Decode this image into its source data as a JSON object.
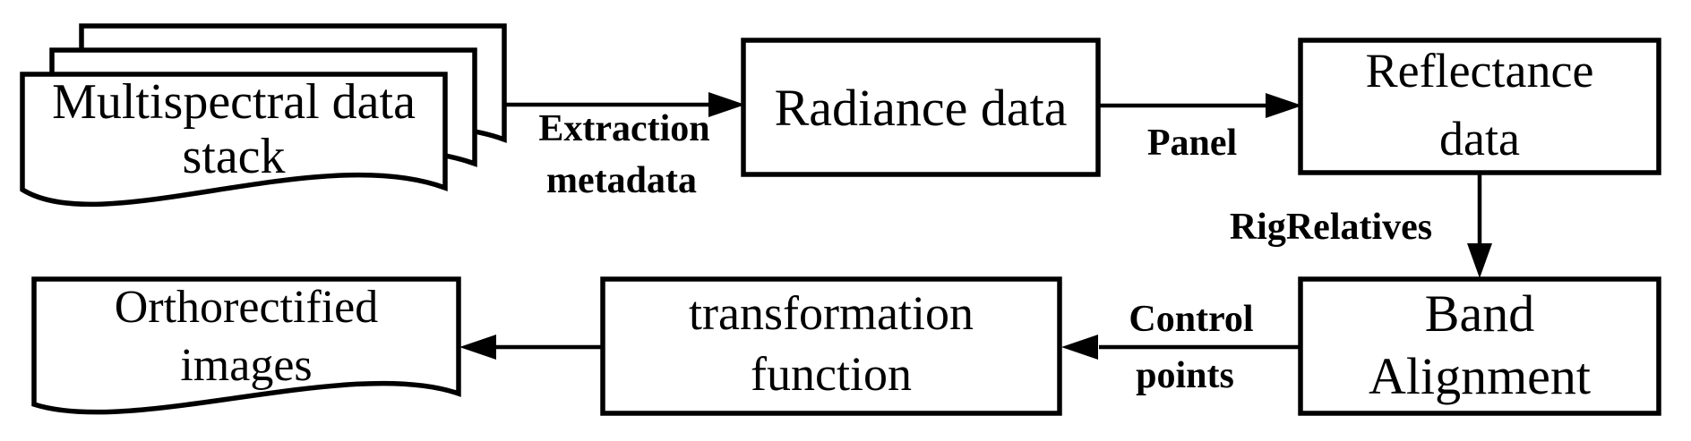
{
  "colors": {
    "ink": "#000000",
    "paper": "#ffffff"
  },
  "diagram": {
    "nodes": {
      "multispectral_stack": {
        "line1": "Multispectral data",
        "line2": "stack"
      },
      "radiance": {
        "line1": "Radiance data"
      },
      "reflectance": {
        "line1": "Reflectance",
        "line2": "data"
      },
      "band_alignment": {
        "line1": "Band",
        "line2": "Alignment"
      },
      "transformation": {
        "line1": "transformation",
        "line2": "function"
      },
      "orthorectified": {
        "line1": "Orthorectified",
        "line2": "images"
      }
    },
    "edge_labels": {
      "extraction_metadata": {
        "line1": "Extraction",
        "line2": "metadata"
      },
      "panel": {
        "line1": "Panel"
      },
      "rigrelatives": {
        "line1": "RigRelatives"
      },
      "control_points": {
        "line1": "Control",
        "line2": "points"
      }
    }
  }
}
